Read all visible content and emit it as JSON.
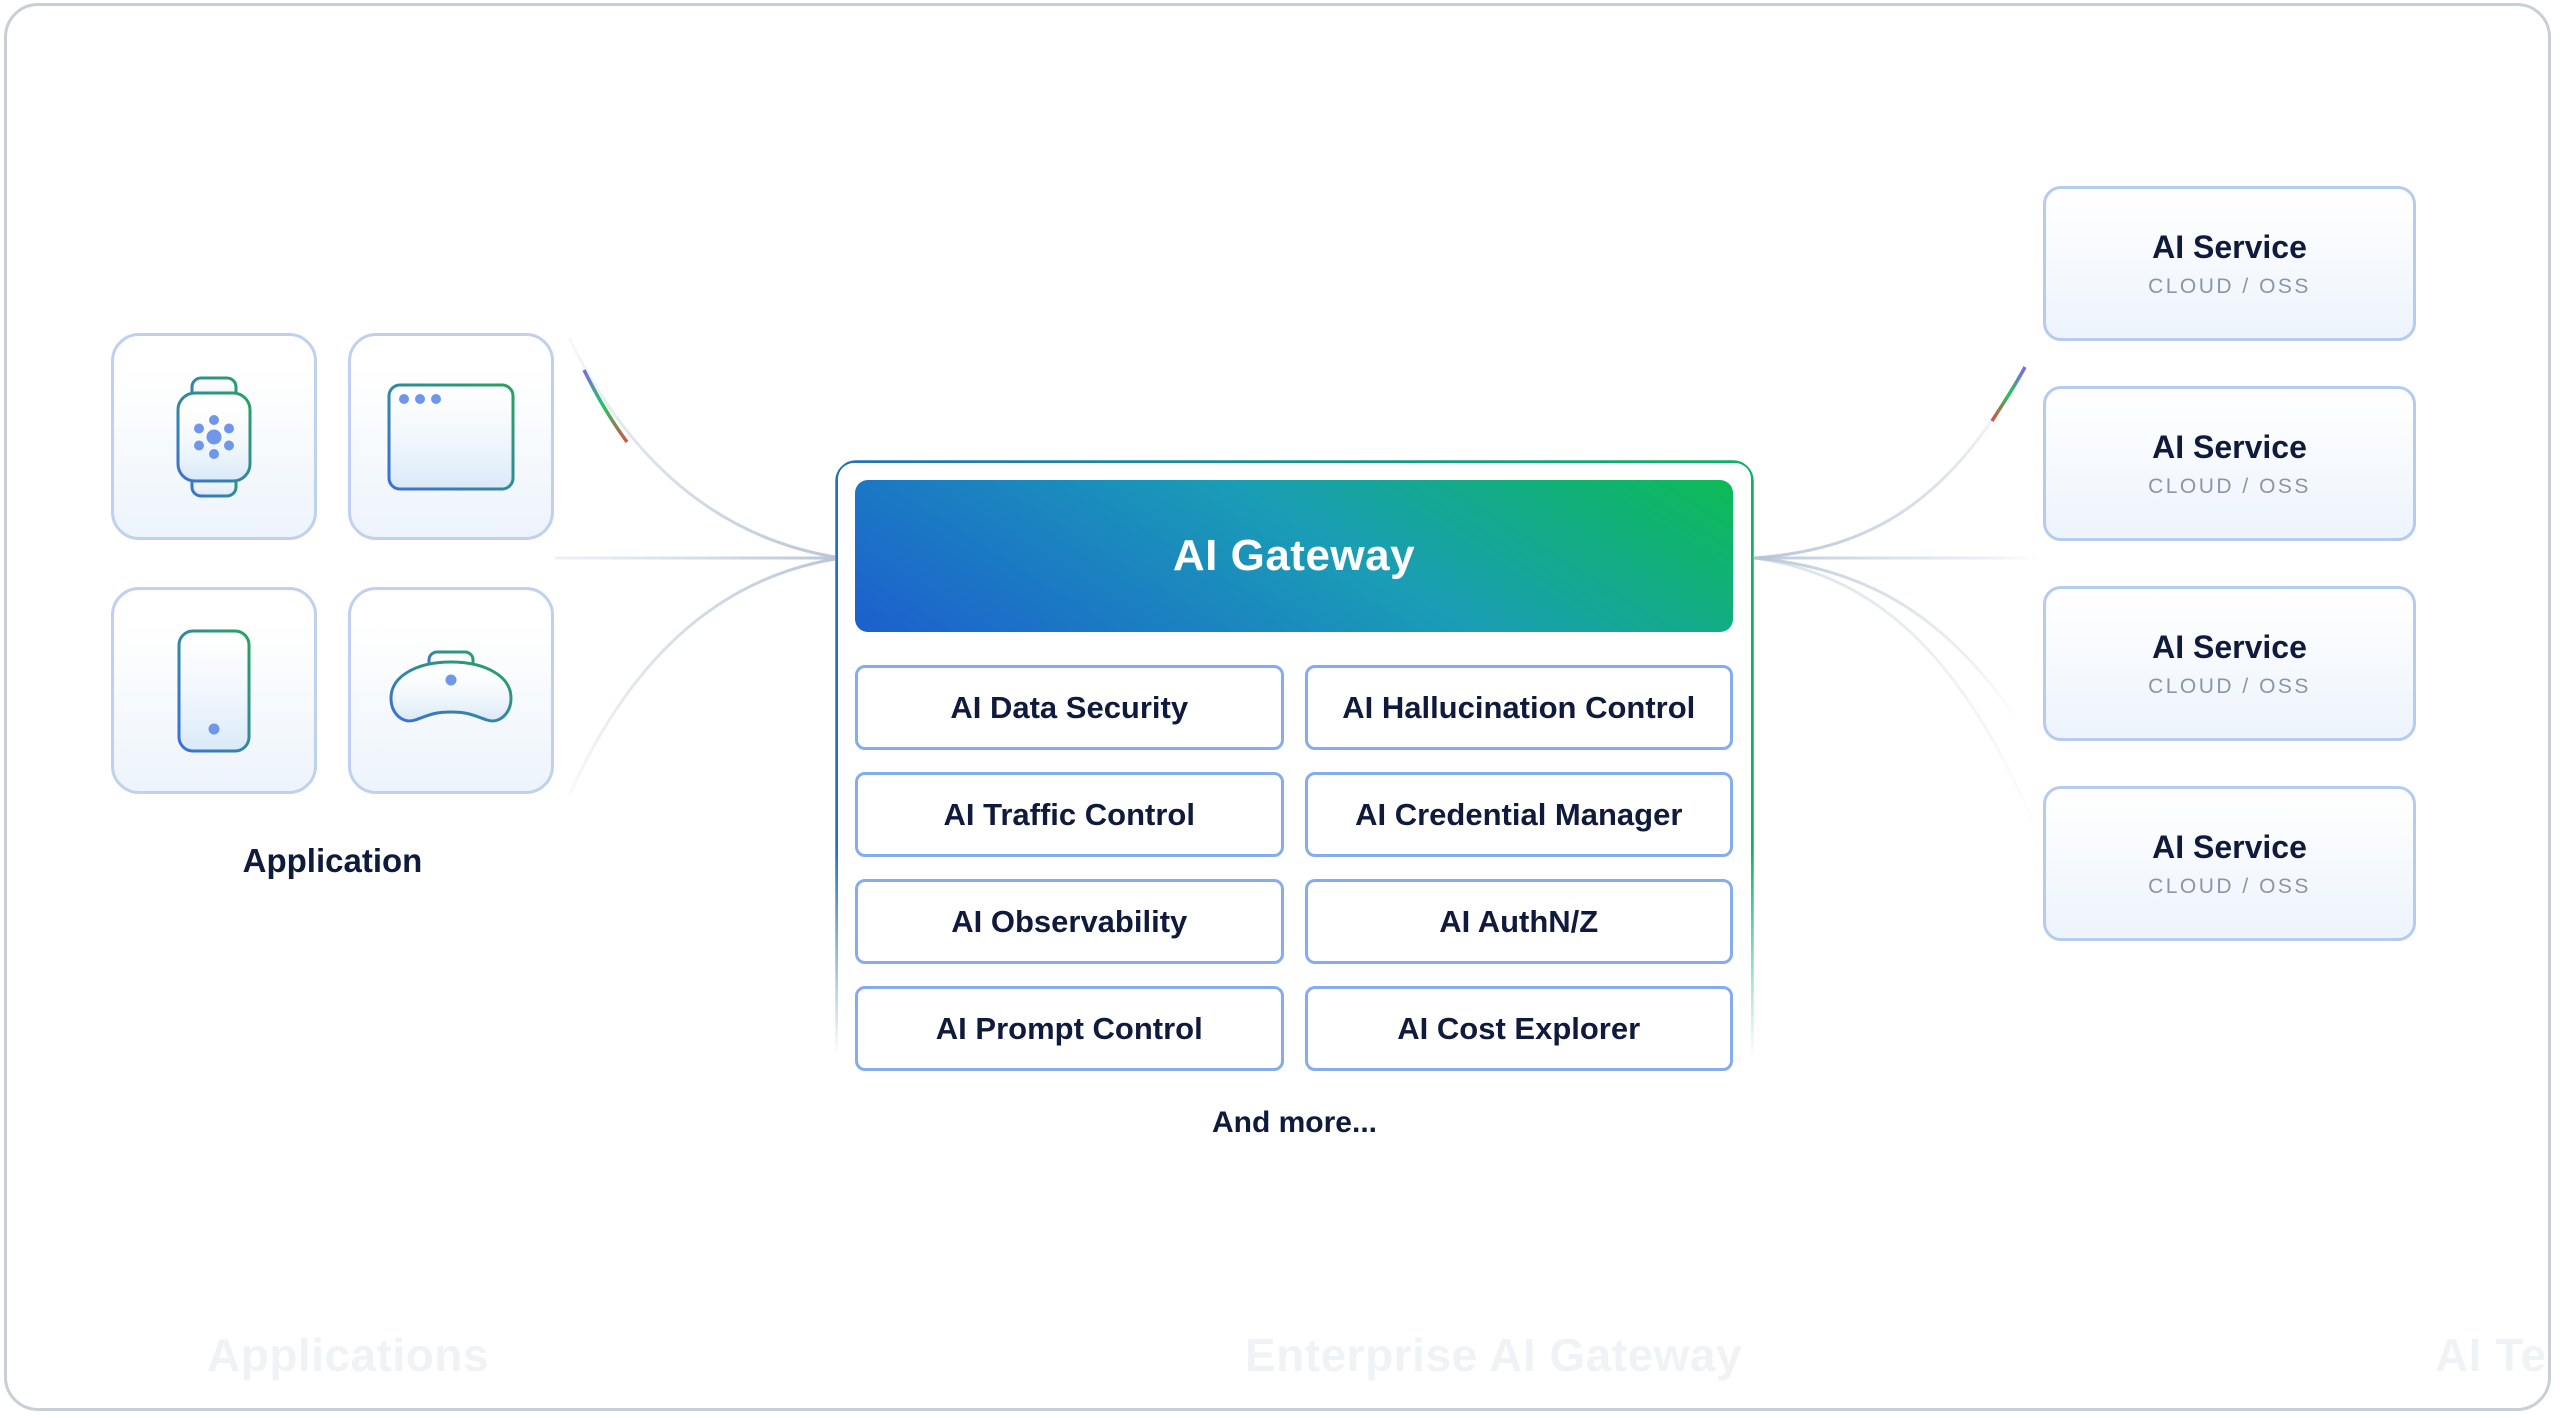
{
  "watermarks": {
    "left": "Applications",
    "center": "Enterprise AI Gateway",
    "right": "AI Tec"
  },
  "applications": {
    "label": "Application",
    "icons": [
      "smartwatch-icon",
      "browser-window-icon",
      "smartphone-icon",
      "vr-headset-icon"
    ]
  },
  "gateway": {
    "title": "AI Gateway",
    "features": [
      "AI Data Security",
      "AI Hallucination Control",
      "AI Traffic Control",
      "AI Credential Manager",
      "AI Observability",
      "AI AuthN/Z",
      "AI Prompt Control",
      "AI Cost Explorer"
    ],
    "more_label": "And more..."
  },
  "services": [
    {
      "title": "AI Service",
      "subtitle": "CLOUD / OSS"
    },
    {
      "title": "AI Service",
      "subtitle": "CLOUD / OSS"
    },
    {
      "title": "AI Service",
      "subtitle": "CLOUD / OSS"
    },
    {
      "title": "AI Service",
      "subtitle": "CLOUD / OSS"
    }
  ],
  "colors": {
    "gateway_gradient_start": "#1C5FCE",
    "gateway_gradient_mid": "#1A9DB6",
    "gateway_gradient_end": "#0CBB55",
    "frame_border_start": "#2373B5",
    "frame_border_end": "#0EB269",
    "feature_border": "#84ACEE",
    "service_border": "#B6CBF0",
    "connector_line": "#C3CFDC",
    "accent_purple": "#8B5CF6",
    "accent_green": "#22C55E",
    "accent_red": "#EF4444",
    "text_dark": "#101A3C",
    "text_muted": "#8A95A8"
  }
}
